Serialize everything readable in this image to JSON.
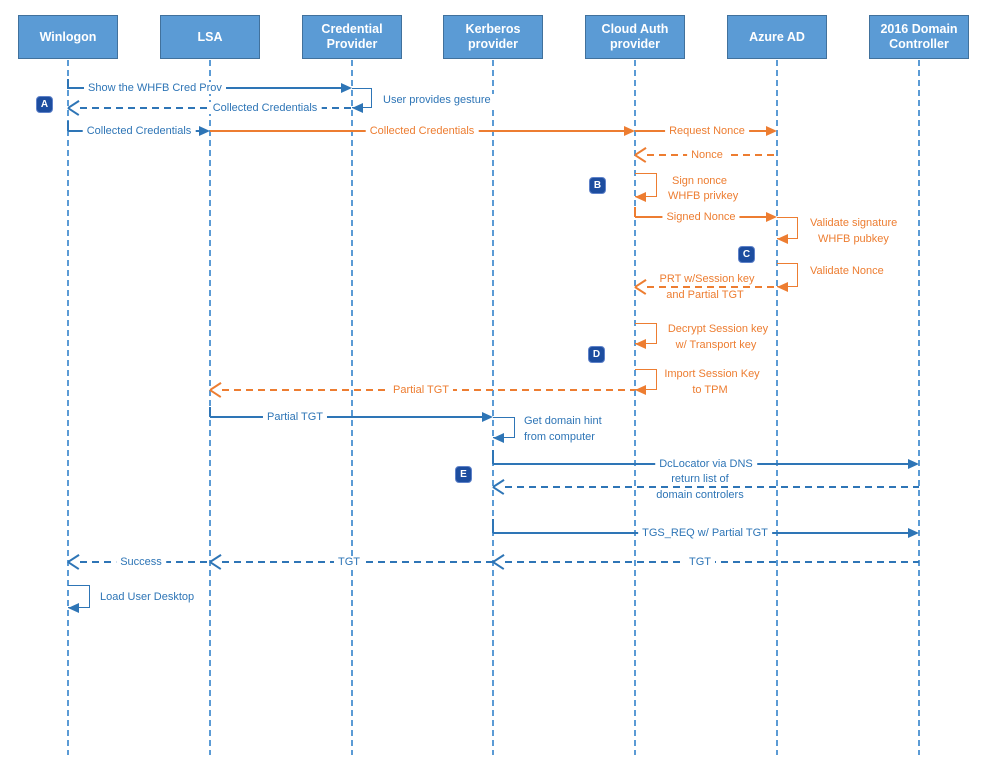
{
  "colors": {
    "blue_message": "#2E75B6",
    "orange_message": "#ED7D31",
    "lifeline": "#5B9BD5",
    "actor_fill": "#5B9BD5",
    "actor_border": "#41719C",
    "marker_bg": "#1D4D9F"
  },
  "actors": [
    {
      "label": "Winlogon"
    },
    {
      "label": "LSA"
    },
    {
      "label": "Credential Provider"
    },
    {
      "label": "Kerberos provider"
    },
    {
      "label": "Cloud Auth provider"
    },
    {
      "label": "Azure AD"
    },
    {
      "label": "2016 Domain Controller"
    }
  ],
  "markers": [
    "A",
    "B",
    "C",
    "D",
    "E"
  ],
  "messages": {
    "show_whfb": "Show the WHFB Cred Prov",
    "user_gesture": "User provides gesture",
    "collected_creds_return": "Collected Credentials",
    "collected_creds_lsa": "Collected Credentials",
    "collected_creds_cloud": "Collected Credentials",
    "request_nonce": "Request Nonce",
    "nonce": "Nonce",
    "sign_nonce_l1": "Sign nonce",
    "sign_nonce_l2": "WHFB privkey",
    "signed_nonce": "Signed Nonce",
    "validate_sig_l1": "Validate signature",
    "validate_sig_l2": "WHFB pubkey",
    "validate_nonce": "Validate Nonce",
    "prt_l1": "PRT w/Session key",
    "prt_l2": "and Partial TGT",
    "decrypt_l1": "Decrypt Session key",
    "decrypt_l2": "w/ Transport key",
    "import_l1": "Import Session Key",
    "import_l2": "to TPM",
    "partial_tgt_orange": "Partial TGT",
    "partial_tgt_blue": "Partial TGT",
    "domain_hint_l1": "Get domain hint",
    "domain_hint_l2": "from computer",
    "dclocator": "DcLocator via DNS",
    "return_list_l1": "return list of",
    "return_list_l2": "domain controlers",
    "tgs_req": "TGS_REQ w/ Partial TGT",
    "success": "Success",
    "tgt_mid": "TGT",
    "tgt_right": "TGT",
    "load_desktop": "Load User Desktop"
  }
}
